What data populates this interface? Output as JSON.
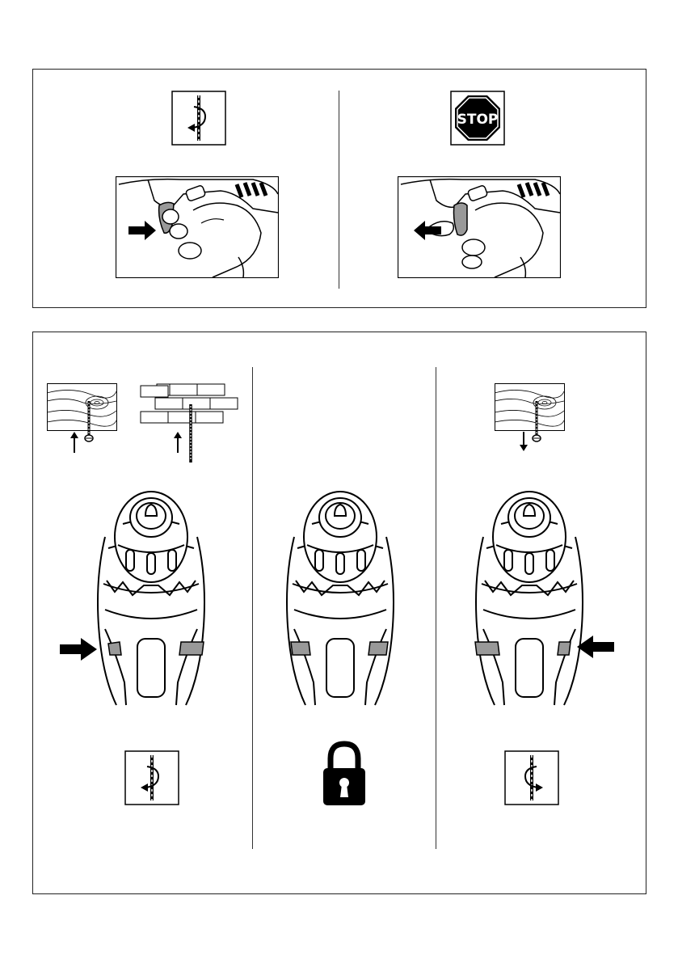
{
  "top_panel": {
    "stop_sign": {
      "label": "STOP",
      "color": "#000000"
    },
    "icons": [
      "rotation-clockwise-icon",
      "stop-sign-icon"
    ],
    "illustrations": [
      "trigger-press-photo",
      "trigger-release-photo"
    ]
  },
  "bottom_panel": {
    "columns": [
      {
        "name": "forward",
        "icon": "rotation-clockwise-icon",
        "material_icons": [
          "wood-screw-in-icon",
          "brick-drill-icon"
        ]
      },
      {
        "name": "lock",
        "icon": "padlock-icon"
      },
      {
        "name": "reverse",
        "icon": "rotation-counterclockwise-icon",
        "material_icons": [
          "wood-screw-out-icon"
        ]
      }
    ]
  },
  "colors": {
    "ink": "#000000",
    "switch_gray": "#999999",
    "paper": "#ffffff"
  }
}
